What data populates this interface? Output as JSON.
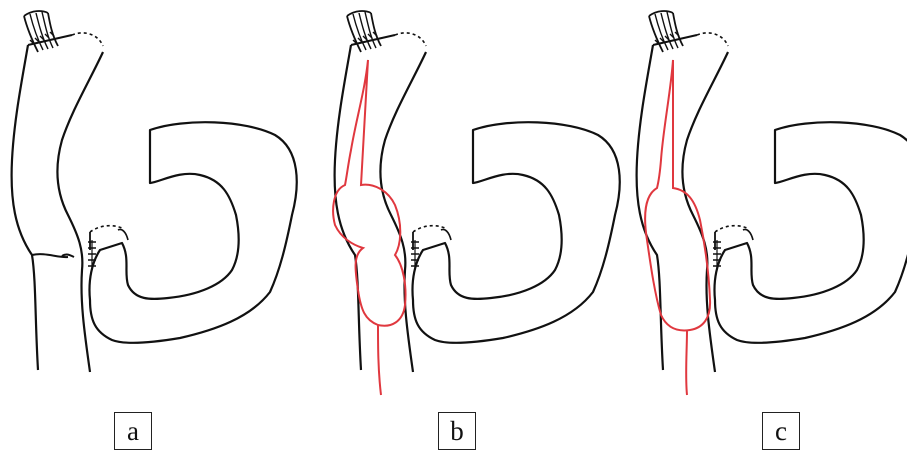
{
  "figure": {
    "panels": [
      {
        "label": "a",
        "marker": "none"
      },
      {
        "label": "b",
        "marker": "red-outline-constricted"
      },
      {
        "label": "c",
        "marker": "red-outline-smooth"
      }
    ],
    "colors": {
      "ink": "#111111",
      "marker": "#e0383f",
      "background": "#ffffff"
    }
  }
}
